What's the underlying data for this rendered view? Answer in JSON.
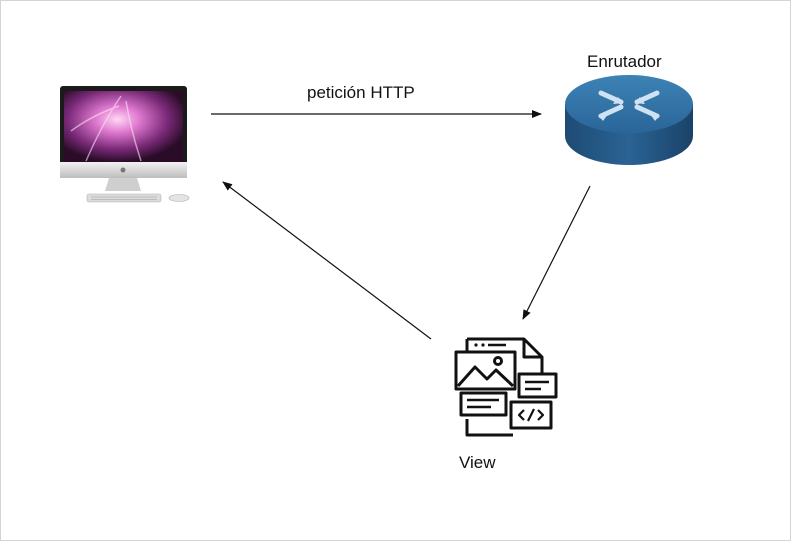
{
  "labels": {
    "request": "petición HTTP",
    "router": "Enrutador",
    "view": "View"
  },
  "colors": {
    "arrow": "#111111",
    "router_top": "#2f6fa0",
    "router_side": "#1f4f7a",
    "screen_bg": "#3a1030",
    "screen_glow": "#e07ad0",
    "icon_stroke": "#111111"
  },
  "icons": {
    "computer": "imac-computer-icon",
    "router": "network-router-icon",
    "view": "web-page-template-icon"
  }
}
